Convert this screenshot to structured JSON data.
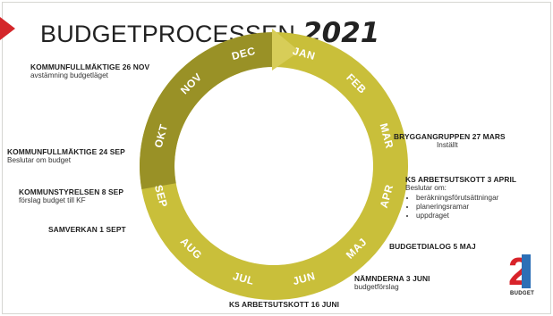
{
  "slide": {
    "title": "BUDGETPROCESSEN",
    "year": "2021",
    "colors": {
      "wheel_light": "#c9bf3a",
      "wheel_dark": "#999126",
      "arrow": "#d7cd58",
      "accent_red": "#d4262a",
      "logo_blue": "#2c6fb6"
    }
  },
  "wheel": {
    "months": [
      "JAN",
      "FEB",
      "MAR",
      "APR",
      "MAJ",
      "JUN",
      "JUL",
      "AUG",
      "SEP",
      "OKT",
      "NOV",
      "DEC"
    ]
  },
  "notes": {
    "kf_nov": {
      "heading": "KOMMUNFULLMÄKTIGE 26 NOV",
      "sub": "avstämning budgetläget"
    },
    "kf_sep": {
      "heading": "KOMMUNFULLMÄKTIGE 24 SEP",
      "sub": "Beslutar om budget"
    },
    "ks_sep": {
      "heading": "KOMMUNSTYRELSEN 8 SEP",
      "sub": "förslag budget till KF"
    },
    "samverkan": {
      "heading": "SAMVERKAN 1 SEPT"
    },
    "brygg": {
      "heading": "BRYGGANGRUPPEN 27 MARS",
      "sub": "Inställt"
    },
    "ksau_apr": {
      "heading": "KS ARBETSUTSKOTT 3 APRIL",
      "sub": "Beslutar om:",
      "items": [
        "beräkningsförutsättningar",
        "planeringsramar",
        "uppdraget"
      ]
    },
    "dialog": {
      "heading": "BUDGETDIALOG 5 MAJ"
    },
    "namnd": {
      "heading": "NÄMNDERNA 3 JUNI",
      "sub": "budgetförslag"
    },
    "ksau_jun": {
      "heading": "KS ARBETSUTSKOTT 16 JUNI"
    }
  },
  "logo": {
    "digit_two": "2",
    "digit_one": "1",
    "caption": "BUDGET"
  }
}
